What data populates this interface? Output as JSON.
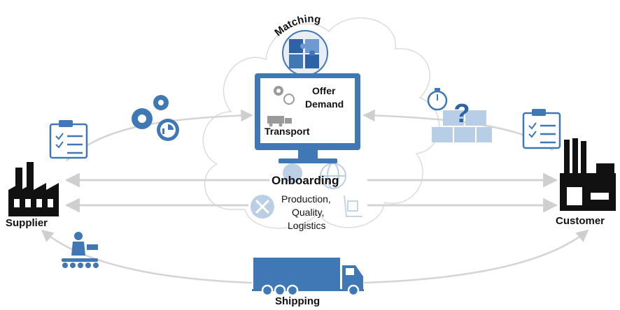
{
  "labels": {
    "matching": "Matching",
    "offer": "Offer",
    "demand": "Demand",
    "transport": "Transport",
    "onboarding": "Onboarding",
    "onboarding_detail_1": "Production,",
    "onboarding_detail_2": "Quality,",
    "onboarding_detail_3": "Logistics",
    "supplier": "Supplier",
    "customer": "Customer",
    "shipping": "Shipping"
  },
  "colors": {
    "accent": "#3f78b5",
    "accent_light": "#d6e3f1",
    "cloud_stroke": "#d9d9d9",
    "arrow": "#d0d0d0",
    "text": "#111111",
    "factory": "#111111"
  },
  "icons": [
    "puzzle-icon",
    "monitor-icon",
    "gears-icon",
    "chart-icon",
    "truck-icon",
    "clipboard-icon",
    "stopwatch-icon",
    "boxes-question-icon",
    "factory-icon",
    "worker-conveyor-icon",
    "globe-icon",
    "tools-icon"
  ]
}
